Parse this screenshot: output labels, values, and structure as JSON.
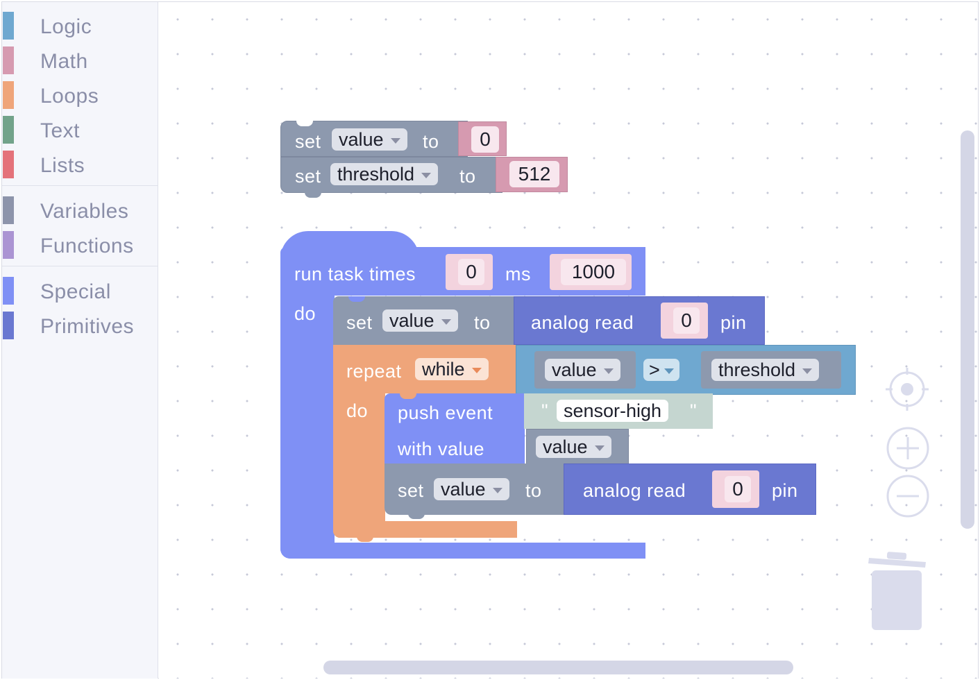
{
  "toolbox": {
    "categories": [
      {
        "label": "Logic",
        "color": "#6fa8d0"
      },
      {
        "label": "Math",
        "color": "#d69ab0"
      },
      {
        "label": "Loops",
        "color": "#efa57a"
      },
      {
        "label": "Text",
        "color": "#72a38a"
      },
      {
        "label": "Lists",
        "color": "#e4727a"
      },
      {
        "label": "Variables",
        "color": "#8d94ab"
      },
      {
        "label": "Functions",
        "color": "#ab94d3"
      },
      {
        "label": "Special",
        "color": "#7f90f5"
      },
      {
        "label": "Primitives",
        "color": "#6a78d1"
      }
    ]
  },
  "blocks": {
    "set1": {
      "keyword": "set",
      "var": "value",
      "to": "to",
      "val": "0"
    },
    "set2": {
      "keyword": "set",
      "var": "threshold",
      "to": "to",
      "val": "512"
    },
    "run": {
      "label": "run task times",
      "times": "0",
      "ms": "ms",
      "interval": "1000",
      "do": "do"
    },
    "set3": {
      "keyword": "set",
      "var": "value",
      "to": "to"
    },
    "read1": {
      "label": "analog read",
      "pin_val": "0",
      "pin": "pin"
    },
    "repeat": {
      "label": "repeat",
      "mode": "while",
      "do": "do"
    },
    "compare": {
      "left": "value",
      "op": ">",
      "right": "threshold"
    },
    "push": {
      "label": "push event",
      "with_label": "with value",
      "open_quote": "\"",
      "text": "sensor-high",
      "close_quote": "\"",
      "value": "value"
    },
    "set4": {
      "keyword": "set",
      "var": "value",
      "to": "to"
    },
    "read2": {
      "label": "analog read",
      "pin_val": "0",
      "pin": "pin"
    }
  },
  "colors": {
    "variables": "#8d99ae",
    "math": "#d69ab0",
    "special": "#7f90f5",
    "primitives": "#6a78d1",
    "loops": "#efa57a",
    "logic": "#6fa8d0",
    "text": "#c5d6d0"
  }
}
